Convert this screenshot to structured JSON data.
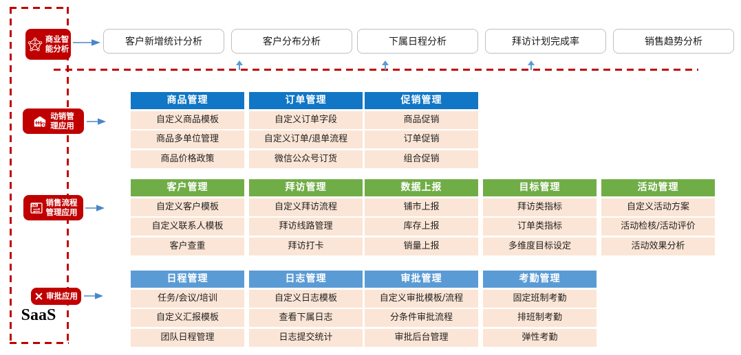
{
  "saas_label": "SaaS",
  "colors": {
    "accent_red": "#C00000",
    "header_blue": "#1176C5",
    "header_green": "#70AD47",
    "header_light_blue": "#5B9BD5",
    "row_bg": "#FBE5D6",
    "arrow_blue": "#4A86C8",
    "box_border_gray": "#BFBFBF"
  },
  "side_labels": [
    {
      "icon": "network-graph-icon",
      "line1": "商业智",
      "line2": "能分析"
    },
    {
      "icon": "store-icon",
      "line1": "动销管",
      "line2": "理应用"
    },
    {
      "icon": "sale-tag-icon",
      "line1": "销售流程",
      "line2": "管理应用"
    },
    {
      "icon": "crossed-tools-icon",
      "line1": "审批应用",
      "line2": ""
    }
  ],
  "bi_reports": [
    "客户新增统计分析",
    "客户分布分析",
    "下属日程分析",
    "拜访计划完成率",
    "销售趋势分析"
  ],
  "groups": [
    {
      "theme": "blue",
      "columns": [
        {
          "header": "商品管理",
          "rows": [
            "自定义商品模板",
            "商品多单位管理",
            "商品价格政策"
          ]
        },
        {
          "header": "订单管理",
          "rows": [
            "自定义订单字段",
            "自定义订单/退单流程",
            "微信公众号订货"
          ]
        },
        {
          "header": "促销管理",
          "rows": [
            "商品促销",
            "订单促销",
            "组合促销"
          ]
        }
      ]
    },
    {
      "theme": "green",
      "columns": [
        {
          "header": "客户管理",
          "rows": [
            "自定义客户模板",
            "自定义联系人模板",
            "客户查重"
          ]
        },
        {
          "header": "拜访管理",
          "rows": [
            "自定义拜访流程",
            "拜访线路管理",
            "拜访打卡"
          ]
        },
        {
          "header": "数据上报",
          "rows": [
            "铺市上报",
            "库存上报",
            "销量上报"
          ]
        },
        {
          "header": "目标管理",
          "rows": [
            "拜访类指标",
            "订单类指标",
            "多维度目标设定"
          ]
        },
        {
          "header": "活动管理",
          "rows": [
            "自定义活动方案",
            "活动检核/活动评价",
            "活动效果分析"
          ]
        }
      ]
    },
    {
      "theme": "lightblue",
      "columns": [
        {
          "header": "日程管理",
          "rows": [
            "任务/会议/培训",
            "自定义汇报模板",
            "团队日程管理"
          ]
        },
        {
          "header": "日志管理",
          "rows": [
            "自定义日志模板",
            "查看下属日志",
            "日志提交统计"
          ]
        },
        {
          "header": "审批管理",
          "rows": [
            "自定义审批模板/流程",
            "分条件审批流程",
            "审批后台管理"
          ]
        },
        {
          "header": "考勤管理",
          "rows": [
            "固定班制考勤",
            "排班制考勤",
            "弹性考勤"
          ]
        }
      ]
    }
  ]
}
